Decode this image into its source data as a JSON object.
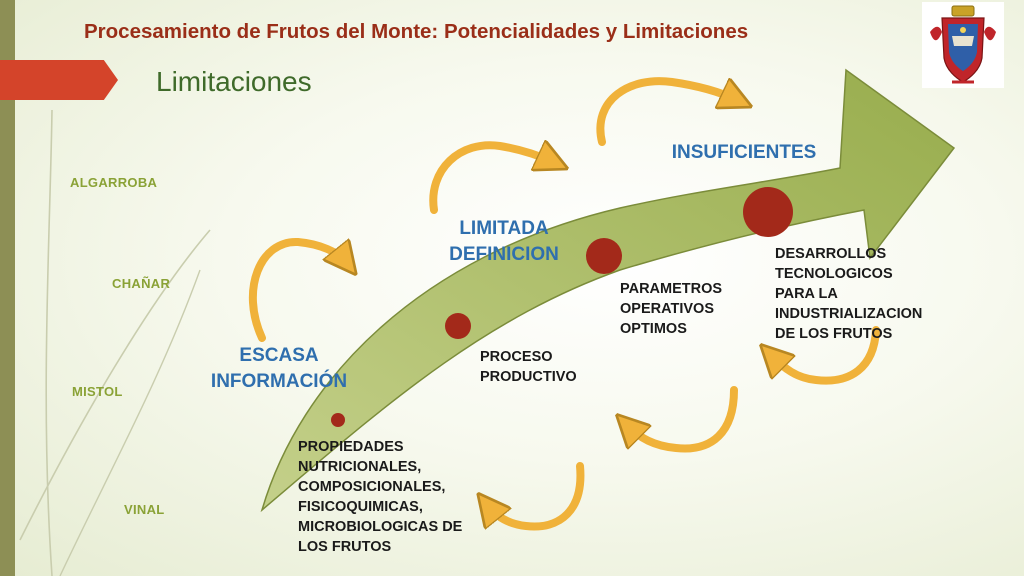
{
  "header": {
    "title": "Procesamiento de Frutos del Monte: Potencialidades y Limitaciones",
    "section": "Limitaciones"
  },
  "fruits": [
    "ALGARROBA",
    "CHAÑAR",
    "MISTOL",
    "VINAL"
  ],
  "limitations": {
    "escasa": "ESCASA INFORMACIÓN",
    "limitada": "LIMITADA DEFINICION",
    "insuficientes": "INSUFICIENTES"
  },
  "stages": {
    "propiedades": "PROPIEDADES\nNUTRICIONALES,\nCOMPOSICIONALES,\nFISICOQUIMICAS,\nMICROBIOLOGICAS DE\nLOS FRUTOS",
    "proceso": "PROCESO\nPRODUCTIVO",
    "parametros": "PARAMETROS\nOPERATIVOS\nOPTIMOS",
    "desarrollos": "DESARROLLOS\nTECNOLOGICOS\nPARA LA\nINDUSTRIALIZACION\nDE LOS FRUTOS"
  },
  "colors": {
    "accent": "#d4442a",
    "arrow_fill": "#a8b862",
    "curved_arrow": "#f0b23a",
    "node": "#a3291a",
    "label_blue": "#2f6fae",
    "fruit_green": "#8aa236"
  },
  "icons": {
    "logo": "coat-of-arms-icon"
  }
}
